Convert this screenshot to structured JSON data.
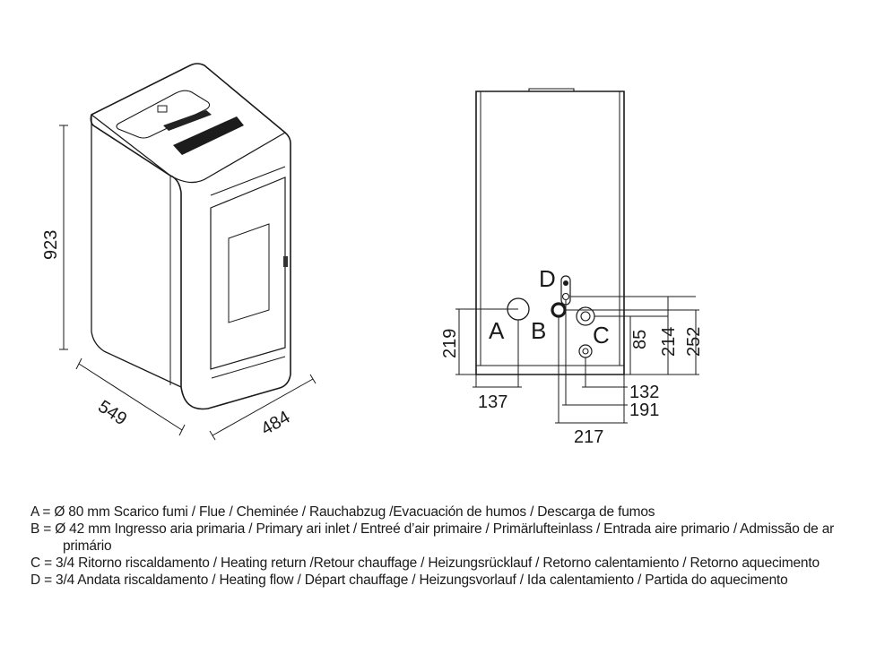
{
  "dimensions": {
    "height": "923",
    "depth": "549",
    "width": "484",
    "a_height": "219",
    "a_offset": "137",
    "c_height": "85",
    "d_height": "214",
    "b_height": "252",
    "c_offset": "132",
    "d_offset": "191",
    "b_offset": "217"
  },
  "labels": {
    "a": "A",
    "b": "B",
    "c": "C",
    "d": "D"
  },
  "legend": [
    "A = Ø 80 mm Scarico fumi / Flue / Cheminée / Rauchabzug /Evacuación de humos / Descarga de fumos",
    "B = Ø 42 mm Ingresso aria primaria / Primary ari inlet / Entreé d’air primaire / Primärlufteinlass / Entrada aire primario / Admissão de ar primário",
    "C = 3/4  Ritorno riscaldamento / Heating return /Retour chauffage / Heizungsrücklauf / Retorno calentamiento / Retorno aquecimento",
    "D = 3/4 Andata riscaldamento / Heating flow / Départ chauffage / Heizungsvorlauf / Ida calentamiento / Partida do aquecimento"
  ]
}
